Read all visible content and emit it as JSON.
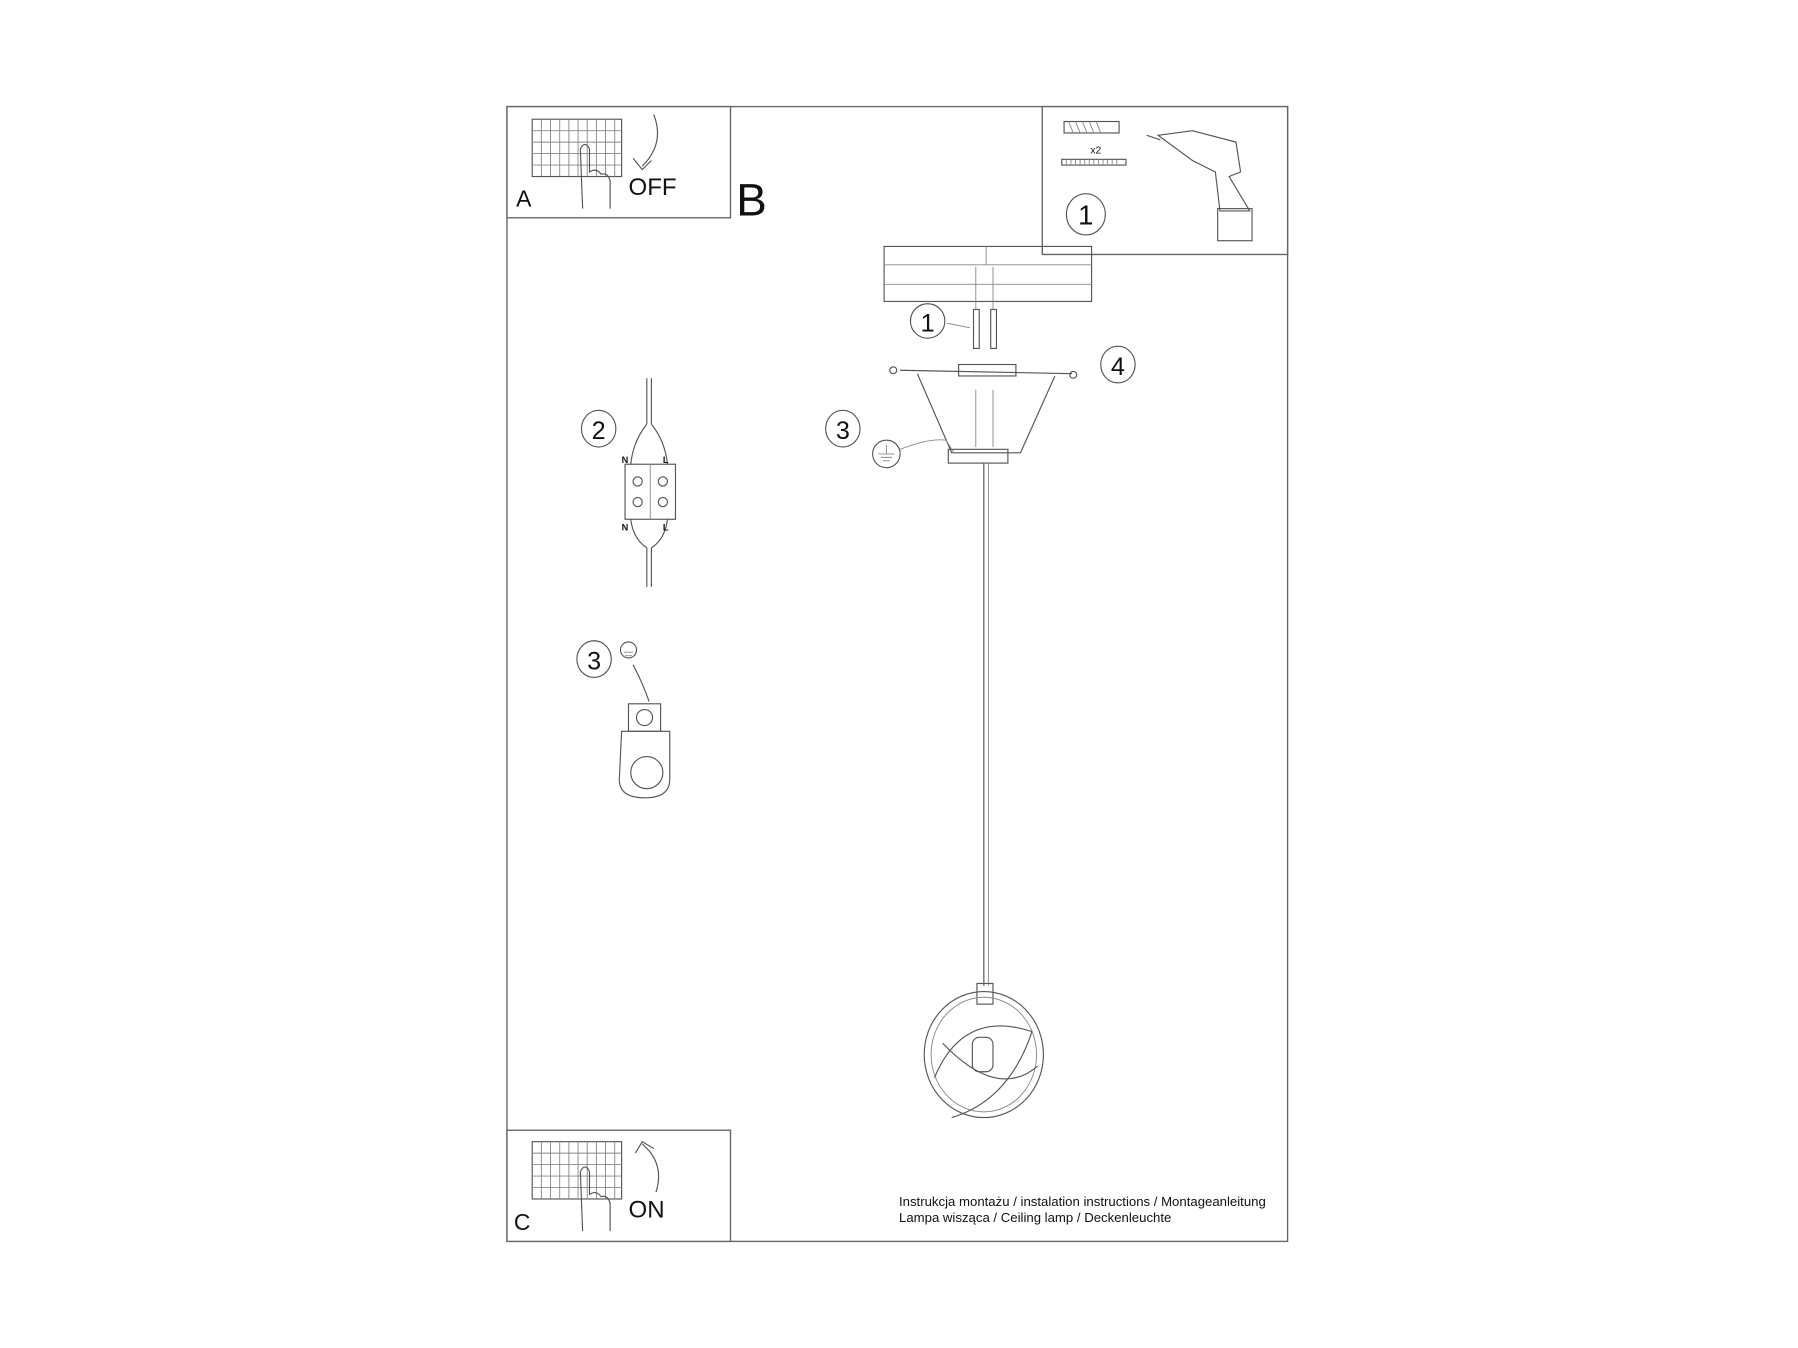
{
  "panels": {
    "a": {
      "letter": "A",
      "state": "OFF"
    },
    "b": {
      "letter": "B"
    },
    "c": {
      "letter": "C",
      "state": "ON"
    }
  },
  "tools": {
    "quantity": "x2",
    "step": "1"
  },
  "callouts": {
    "anchors": "1",
    "wiring": "2",
    "ground_main": "3",
    "ground_detail": "3",
    "screws": "4"
  },
  "terminal": {
    "neutral_top": "N",
    "live_top": "L",
    "neutral_bottom": "N",
    "live_bottom": "L"
  },
  "footer": {
    "line1": "Instrukcja montażu / instalation instructions / Montageanleitung",
    "line2": "Lampa wisząca / Ceiling lamp / Deckenleuchte"
  }
}
